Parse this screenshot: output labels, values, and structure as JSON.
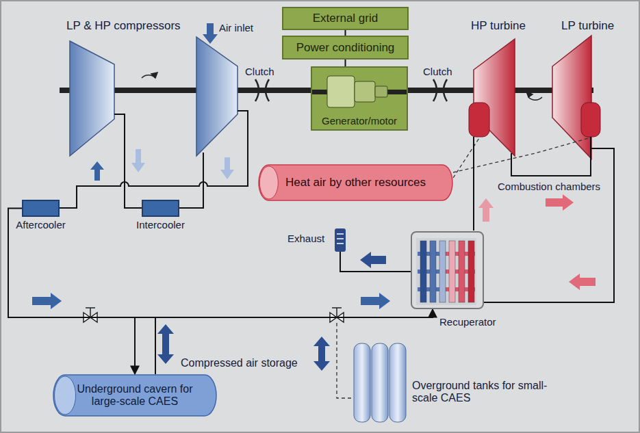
{
  "diagram": {
    "nodes": [
      {
        "text": [
          "External grid"
        ]
      },
      {
        "text": [
          "Power conditioning"
        ]
      },
      {
        "text": [
          "Generator/motor"
        ]
      },
      {
        "text": [
          "Aftercooler"
        ]
      },
      {
        "text": [
          "Intercooler"
        ]
      },
      {
        "text": [
          "Heat air by other resources"
        ]
      },
      {
        "text": [
          "Recuperator"
        ]
      },
      {
        "text": [
          "Underground cavern for large-scale CAES"
        ]
      }
    ],
    "edges": [
      {
        "from": 0,
        "to": 1,
        "arrow": "none"
      },
      {
        "from": 1,
        "to": 2,
        "arrow": "none"
      },
      {
        "from": 3,
        "to": 7,
        "arrow": "to"
      },
      {
        "from": 7,
        "to": 6,
        "arrow": "to"
      }
    ],
    "labels": [
      "LP & HP compressors",
      "Air inlet",
      "Clutch",
      "Clutch",
      "HP turbine",
      "LP turbine",
      "Combustion chambers",
      "Exhaust",
      "Compressed air storage",
      "Overground tanks for small-scale CAES"
    ]
  }
}
